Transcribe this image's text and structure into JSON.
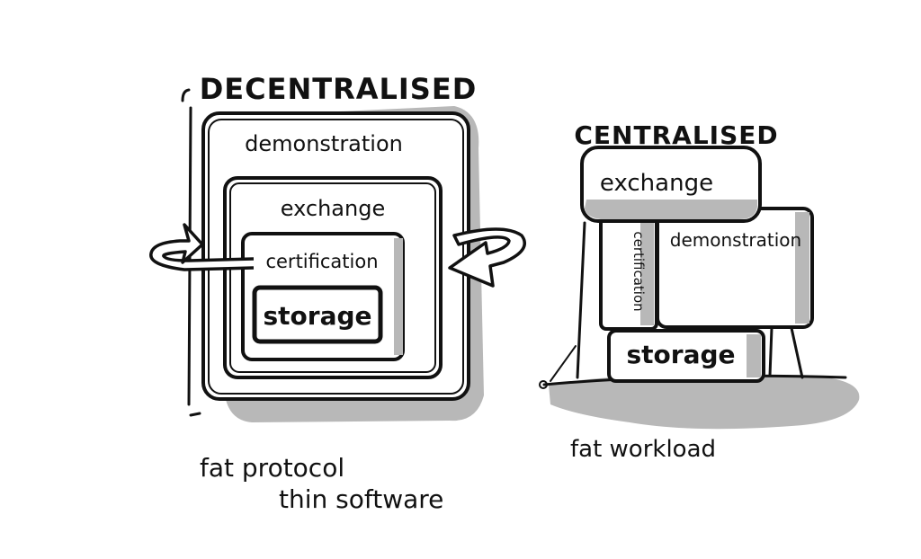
{
  "left": {
    "title": "DECENTRALISED",
    "layers": {
      "outer": "demonstration",
      "second": "exchange",
      "third": "certification",
      "inner": "storage"
    },
    "caption_line1": "fat protocol",
    "caption_line2": "thin software"
  },
  "right": {
    "title": "CENTRALISED",
    "blocks": {
      "top": "exchange",
      "middle_left": "certification",
      "middle_right": "demonstration",
      "bottom": "storage"
    },
    "caption": "fat workload"
  },
  "colors": {
    "ink": "#111111",
    "shadow": "#b8b8b8",
    "shadow_dark": "#9e9e9e",
    "paper": "#ffffff"
  }
}
